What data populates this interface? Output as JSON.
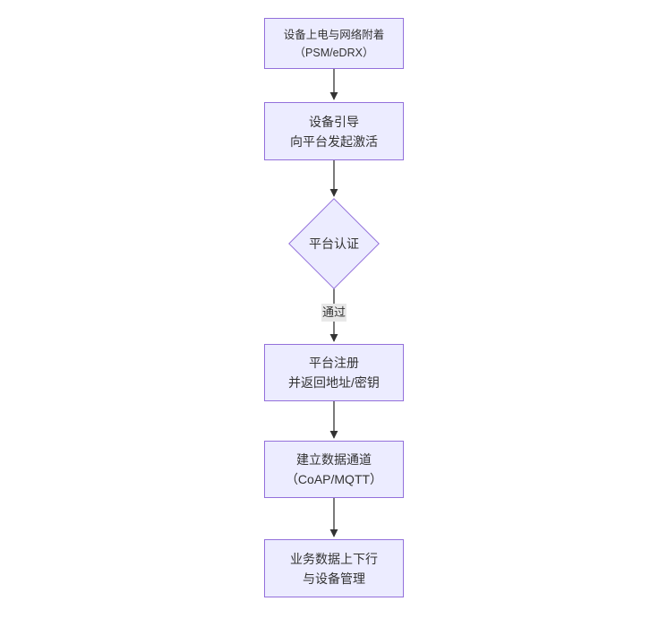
{
  "diagram": {
    "type": "flowchart-vertical",
    "nodes": [
      {
        "id": "power-attach",
        "shape": "rect",
        "line1": "设备上电与网络附着",
        "line2": "（PSM/eDRX）"
      },
      {
        "id": "bootstrap",
        "shape": "rect",
        "line1": "设备引导",
        "line2": "向平台发起激活"
      },
      {
        "id": "platform-auth",
        "shape": "diamond",
        "label": "平台认证"
      },
      {
        "id": "register",
        "shape": "rect",
        "line1": "平台注册",
        "line2": "并返回地址/密钥"
      },
      {
        "id": "data-channel",
        "shape": "rect",
        "line1": "建立数据通道",
        "line2": "（CoAP/MQTT）"
      },
      {
        "id": "business",
        "shape": "rect",
        "line1": "业务数据上下行",
        "line2": "与设备管理"
      }
    ],
    "edges": [
      {
        "from": "power-attach",
        "to": "bootstrap",
        "label": ""
      },
      {
        "from": "bootstrap",
        "to": "platform-auth",
        "label": ""
      },
      {
        "from": "platform-auth",
        "to": "register",
        "label": "通过"
      },
      {
        "from": "register",
        "to": "data-channel",
        "label": ""
      },
      {
        "from": "data-channel",
        "to": "business",
        "label": ""
      }
    ],
    "edge_labels": {
      "pass": "通过"
    },
    "colors": {
      "node_fill": "#ECECFF",
      "node_border": "#9370DB",
      "edge_line": "#333333",
      "arrowhead": "#333333",
      "edge_label_bg": "#E8E8E8",
      "text": "#333333",
      "background": "#FFFFFF"
    }
  }
}
